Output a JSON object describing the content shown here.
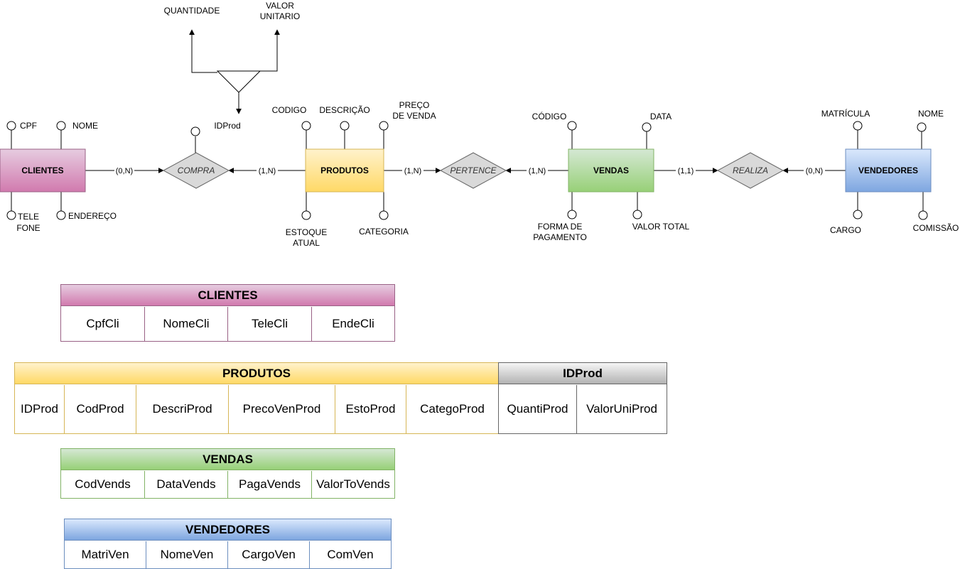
{
  "colors": {
    "clientes_fill_top": "#e6cce0",
    "clientes_fill_bottom": "#d17aae",
    "clientes_stroke": "#996185",
    "produtos_fill_top": "#fff2cc",
    "produtos_fill_bottom": "#ffd966",
    "produtos_stroke": "#d6b656",
    "vendas_fill_top": "#d5e8d4",
    "vendas_fill_bottom": "#97d077",
    "vendas_stroke": "#82b366",
    "vendedores_fill_top": "#dae8fc",
    "vendedores_fill_bottom": "#7ea6e0",
    "vendedores_stroke": "#6c8ebf",
    "relationship_fill": "#d9d9d9",
    "relationship_stroke": "#666666",
    "idprod_fill_top": "#f5f5f5",
    "idprod_fill_bottom": "#b3b3b3",
    "idprod_stroke": "#666666"
  },
  "er": {
    "entities": {
      "clientes": "CLIENTES",
      "produtos": "PRODUTOS",
      "vendas": "VENDAS",
      "vendedores": "VENDEDORES"
    },
    "relationships": {
      "compra": "COMPRA",
      "pertence": "PERTENCE",
      "realiza": "REALIZA"
    },
    "cardinalities": {
      "clientes_compra": "(0,N)",
      "produtos_compra": "(1,N)",
      "produtos_pertence": "(1,N)",
      "vendas_pertence": "(1,N)",
      "vendas_realiza": "(1,1)",
      "vendedores_realiza": "(0,N)"
    },
    "attributes": {
      "cpf": "CPF",
      "nome_cli": "NOME",
      "tele_1": "TELE",
      "tele_2": "FONE",
      "endereco": "ENDEREÇO",
      "idprod": "IDProd",
      "quantidade": "QUANTIDADE",
      "valor_1": "VALOR",
      "valor_2": "UNITARIO",
      "codigo_prod": "CODIGO",
      "descricao": "DESCRIÇÃO",
      "preco_1": "PREÇO",
      "preco_2": "DE VENDA",
      "estoque_1": "ESTOQUE",
      "estoque_2": "ATUAL",
      "categoria": "CATEGORIA",
      "codigo_venda": "CÓDIGO",
      "data": "DATA",
      "forma_1": "FORMA DE",
      "forma_2": "PAGAMENTO",
      "valor_total": "VALOR TOTAL",
      "matricula": "MATRÍCULA",
      "nome_vend": "NOME",
      "cargo": "CARGO",
      "comissao": "COMISSÃO"
    }
  },
  "tables": {
    "clientes": {
      "title": "CLIENTES",
      "columns": [
        "CpfCli",
        "NomeCli",
        "TeleCli",
        "EndeCli"
      ]
    },
    "produtos": {
      "title": "PRODUTOS",
      "columns": [
        "IDProd",
        "CodProd",
        "DescriProd",
        "PrecoVenProd",
        "EstoProd",
        "CategoProd"
      ]
    },
    "idprod": {
      "title": "IDProd",
      "columns": [
        "QuantiProd",
        "ValorUniProd"
      ]
    },
    "vendas": {
      "title": "VENDAS",
      "columns": [
        "CodVends",
        "DataVends",
        "PagaVends",
        "ValorToVends"
      ]
    },
    "vendedores": {
      "title": "VENDEDORES",
      "columns": [
        "MatriVen",
        "NomeVen",
        "CargoVen",
        "ComVen"
      ]
    }
  }
}
